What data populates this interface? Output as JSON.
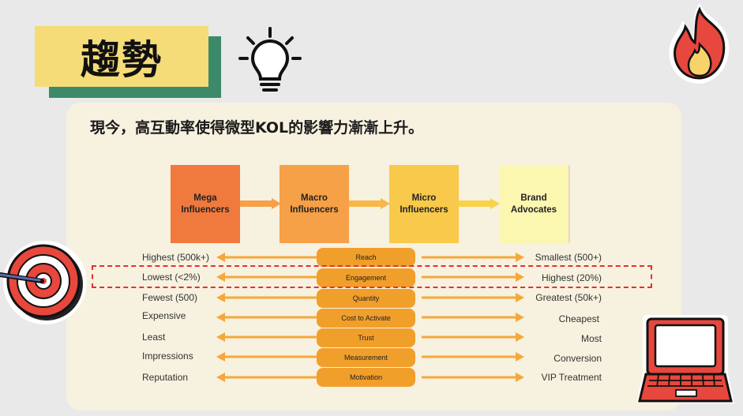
{
  "slide": {
    "title": "趨勢",
    "subtitle": "現今，高互動率使得微型KOL的影響力漸漸上升。"
  },
  "diagram": {
    "stages": [
      {
        "label": "Mega\nInfluencers",
        "color": "#f07a3e"
      },
      {
        "label": "Macro\nInfluencers",
        "color": "#f6a047"
      },
      {
        "label": "Micro\nInfluencers",
        "color": "#f8c94a"
      },
      {
        "label": "Brand\nAdvocates",
        "color": "#fbf6b0"
      }
    ],
    "rows": [
      {
        "left": "Highest (500k+)",
        "metric": "Reach",
        "right": "Smallest (500+)"
      },
      {
        "left": "Lowest (<2%)",
        "metric": "Engagement",
        "right": "Highest (20%)"
      },
      {
        "left": "Fewest (500)",
        "metric": "Quantity",
        "right": "Greatest (50k+)"
      },
      {
        "left": "Expensive",
        "metric": "Cost to Activate",
        "right": "Cheapest"
      },
      {
        "left": "Least",
        "metric": "Trust",
        "right": "Most"
      },
      {
        "left": "Impressions",
        "metric": "Measurement",
        "right": "Conversion"
      },
      {
        "left": "Reputation",
        "metric": "Motivation",
        "right": "VIP Treatment"
      }
    ],
    "highlighted_row": "Engagement"
  },
  "colors": {
    "title_fill": "#f5dc78",
    "title_shadow": "#3c8a6a",
    "panel": "#f7f1df",
    "arrow": "#f5a83a",
    "pill": "#f19f2b",
    "highlight": "#e53030"
  },
  "icons": [
    "lightbulb-icon",
    "fire-icon",
    "target-icon",
    "laptop-icon"
  ]
}
